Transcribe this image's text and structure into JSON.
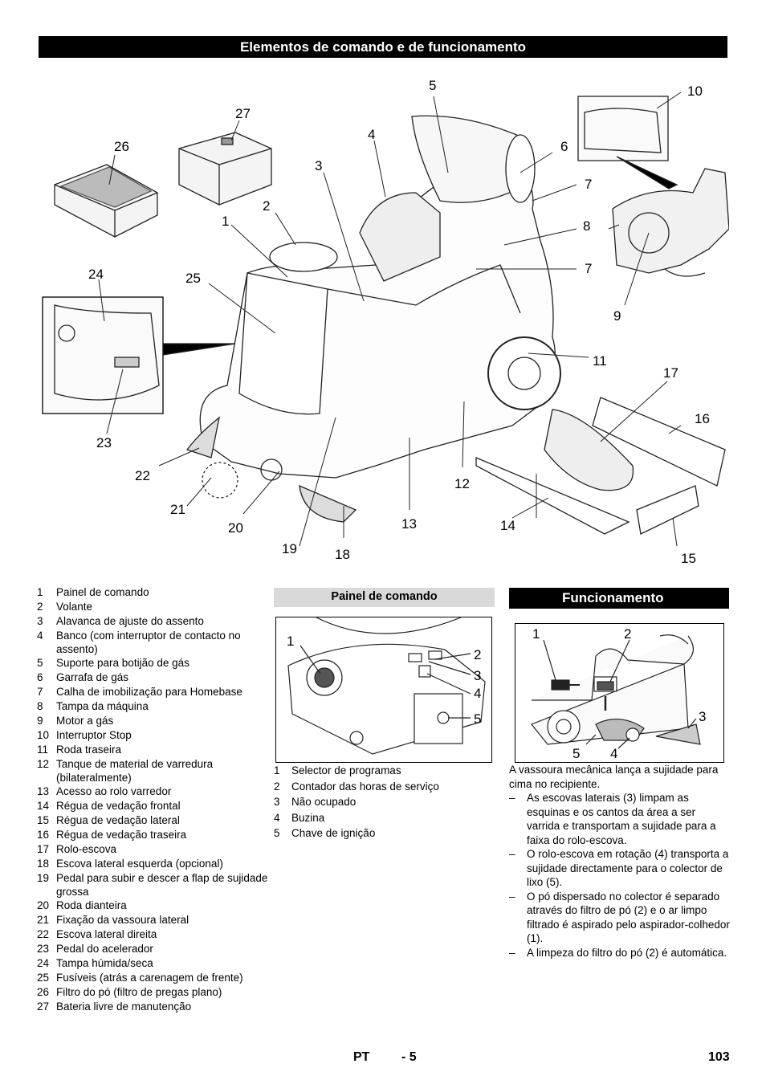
{
  "page": {
    "title": "Elementos de comando e de funcionamento",
    "callouts": [
      "1",
      "2",
      "3",
      "4",
      "5",
      "6",
      "7",
      "7",
      "8",
      "9",
      "10",
      "11",
      "12",
      "13",
      "14",
      "15",
      "16",
      "17",
      "18",
      "19",
      "20",
      "21",
      "22",
      "23",
      "24",
      "25",
      "26",
      "27"
    ],
    "legend": [
      {
        "n": "1",
        "t": "Painel de comando"
      },
      {
        "n": "2",
        "t": "Volante"
      },
      {
        "n": "3",
        "t": "Alavanca de ajuste do assento"
      },
      {
        "n": "4",
        "t": "Banco (com interruptor de contacto no assento)"
      },
      {
        "n": "5",
        "t": "Suporte para botijão de gás"
      },
      {
        "n": "6",
        "t": "Garrafa de gás"
      },
      {
        "n": "7",
        "t": "Calha de imobilização para Homebase"
      },
      {
        "n": "8",
        "t": "Tampa da máquina"
      },
      {
        "n": "9",
        "t": "Motor a gás"
      },
      {
        "n": "10",
        "t": "Interruptor Stop"
      },
      {
        "n": "11",
        "t": "Roda traseira"
      },
      {
        "n": "12",
        "t": "Tanque de material de varredura (bilateralmente)"
      },
      {
        "n": "13",
        "t": "Acesso ao rolo varredor"
      },
      {
        "n": "14",
        "t": "Régua de vedação frontal"
      },
      {
        "n": "15",
        "t": "Régua de vedação lateral"
      },
      {
        "n": "16",
        "t": "Régua de vedação traseira"
      },
      {
        "n": "17",
        "t": "Rolo-escova"
      },
      {
        "n": "18",
        "t": "Escova lateral esquerda (opcional)"
      },
      {
        "n": "19",
        "t": "Pedal para subir e descer a flap de sujidade grossa"
      },
      {
        "n": "20",
        "t": "Roda dianteira"
      },
      {
        "n": "21",
        "t": "Fixação da vassoura lateral"
      },
      {
        "n": "22",
        "t": "Escova lateral direita"
      },
      {
        "n": "23",
        "t": "Pedal do acelerador"
      },
      {
        "n": "24",
        "t": "Tampa húmida/seca"
      },
      {
        "n": "25",
        "t": "Fusíveis (atrás a carenagem de frente)"
      },
      {
        "n": "26",
        "t": "Filtro do pó (filtro de pregas plano)"
      },
      {
        "n": "27",
        "t": "Bateria livre de manutenção"
      }
    ]
  },
  "panel": {
    "heading": "Painel de comando",
    "callouts": [
      "1",
      "2",
      "3",
      "4",
      "5"
    ],
    "legend": [
      {
        "n": "1",
        "t": "Selector de programas"
      },
      {
        "n": "2",
        "t": "Contador das horas de serviço"
      },
      {
        "n": "3",
        "t": "Não ocupado"
      },
      {
        "n": "4",
        "t": "Buzina"
      },
      {
        "n": "5",
        "t": "Chave de ignição"
      }
    ]
  },
  "function": {
    "heading": "Funcionamento",
    "callouts": [
      "1",
      "2",
      "3",
      "4",
      "5"
    ],
    "intro": "A vassoura mecânica lança a sujidade para cima no recipiente.",
    "bullets": [
      "As escovas laterais (3) limpam as esquinas e os cantos da área a ser varrida e transportam a sujidade para a faixa do rolo-escova.",
      "O rolo-escova em rotação (4) transporta a sujidade directamente para o colector de lixo (5).",
      "O pó dispersado no colector é separado através do filtro de pó (2) e o ar limpo filtrado é aspirado pelo aspirador-colhedor  (1).",
      "A limpeza do filtro do pó (2) é automática."
    ]
  },
  "footer": {
    "lang": "PT",
    "page_ref": "- 5",
    "page_num": "103"
  }
}
